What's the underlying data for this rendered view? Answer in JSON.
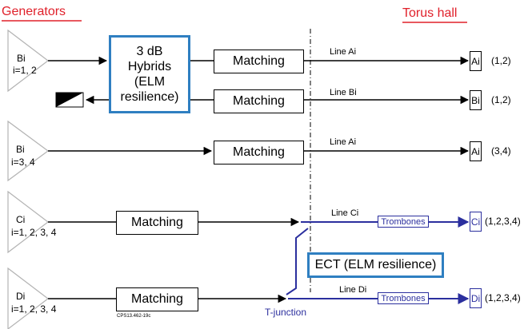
{
  "headers": {
    "generators": "Generators",
    "torus_hall": "Torus hall"
  },
  "generators": [
    {
      "name": "Bi",
      "range": "i=1, 2"
    },
    {
      "name": "Bi",
      "range": "i=3, 4"
    },
    {
      "name": "Ci",
      "range": "i=1, 2, 3, 4"
    },
    {
      "name": "Di",
      "range": "i=1, 2, 3, 4"
    }
  ],
  "hybrid": {
    "lines": [
      "3 dB",
      "Hybrids",
      "(ELM",
      "resilience)"
    ]
  },
  "matching_label": "Matching",
  "lines": {
    "row1": "Line Ai",
    "row2": "Line Bi",
    "row3": "Line Ai",
    "row4": "Line Ci",
    "row5": "Line Di"
  },
  "terminals": {
    "row1": {
      "name": "Ai",
      "index": "(1,2)"
    },
    "row2": {
      "name": "Bi",
      "index": "(1,2)"
    },
    "row3": {
      "name": "Ai",
      "index": "(3,4)"
    },
    "row4": {
      "name": "Ci",
      "index": "(1,2,3,4)"
    },
    "row5": {
      "name": "Di",
      "index": "(1,2,3,4)"
    }
  },
  "trombones_label": "Trombones",
  "ect_label": "ECT (ELM resilience)",
  "tjunction_label": "T-junction",
  "code_label": "CPS13.462-19c",
  "colors": {
    "header_red": "#e0202a",
    "hybrid_blue": "#2f7fc1",
    "line_blue": "#2b2f9e",
    "generator_gray": "#b3b3b3"
  }
}
